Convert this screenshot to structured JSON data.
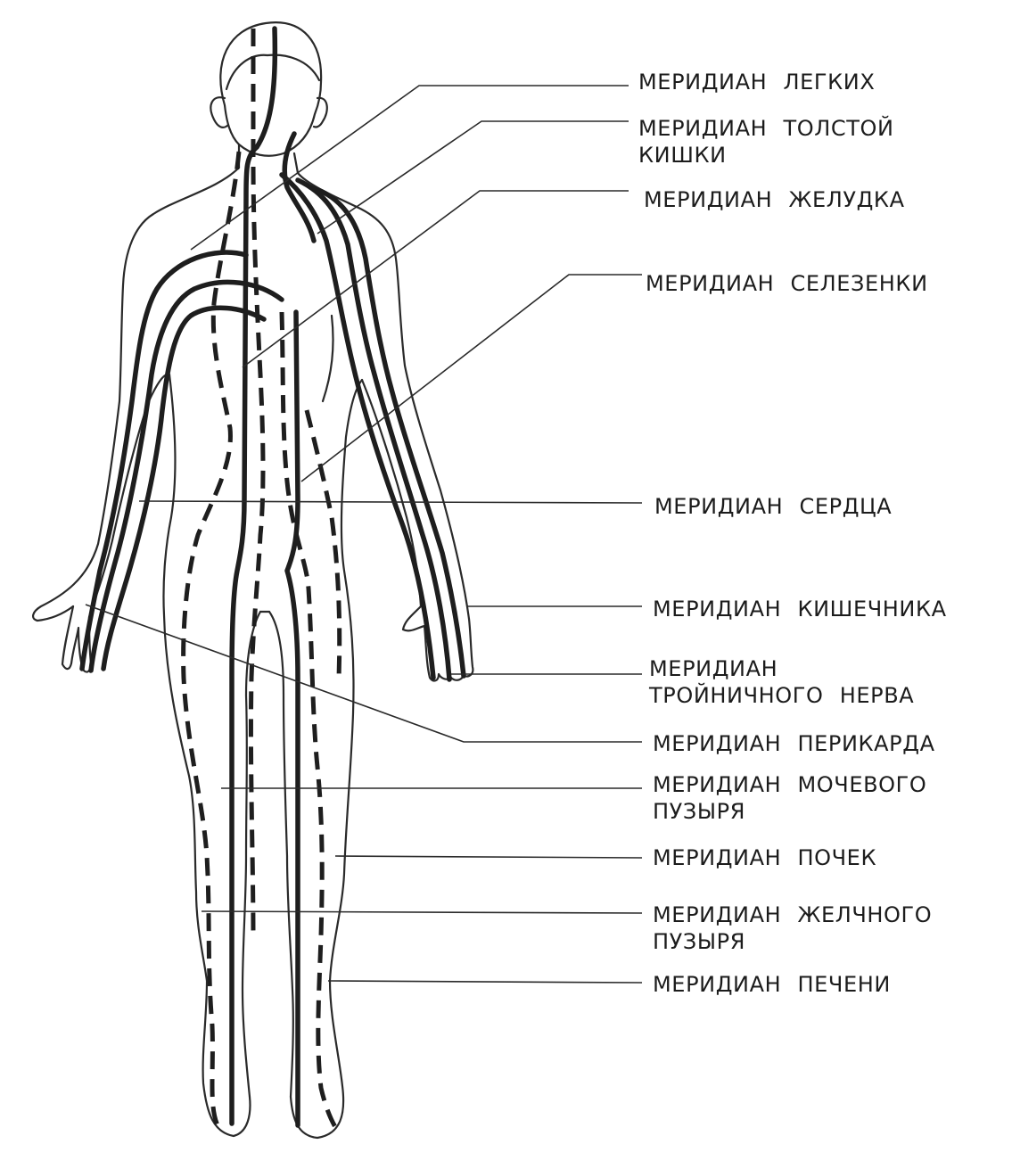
{
  "labels": [
    {
      "id": "lungs",
      "lines": [
        "МЕРИДИАН ЛЕГКИХ"
      ]
    },
    {
      "id": "large-intestine",
      "lines": [
        "МЕРИДИАН ТОЛСТОЙ",
        "КИШКИ"
      ]
    },
    {
      "id": "stomach",
      "lines": [
        "МЕРИДИАН ЖЕЛУДКА"
      ]
    },
    {
      "id": "spleen",
      "lines": [
        "МЕРИДИАН СЕЛЕЗЕНКИ"
      ]
    },
    {
      "id": "heart",
      "lines": [
        "МЕРИДИАН СЕРДЦА"
      ]
    },
    {
      "id": "intestine",
      "lines": [
        "МЕРИДИАН КИШЕЧНИКА"
      ]
    },
    {
      "id": "trigeminal",
      "lines": [
        "МЕРИДИАН",
        "ТРОЙНИЧНОГО НЕРВА"
      ]
    },
    {
      "id": "pericardium",
      "lines": [
        "МЕРИДИАН ПЕРИКАРДА"
      ]
    },
    {
      "id": "bladder",
      "lines": [
        "МЕРИДИАН МОЧЕВОГО",
        "ПУЗЫРЯ"
      ]
    },
    {
      "id": "kidneys",
      "lines": [
        "МЕРИДИАН ПОЧЕК"
      ]
    },
    {
      "id": "gallbladder",
      "lines": [
        "МЕРИДИАН ЖЕЛЧНОГО",
        "ПУЗЫРЯ"
      ]
    },
    {
      "id": "liver",
      "lines": [
        "МЕРИДИАН ПЕЧЕНИ"
      ]
    }
  ]
}
